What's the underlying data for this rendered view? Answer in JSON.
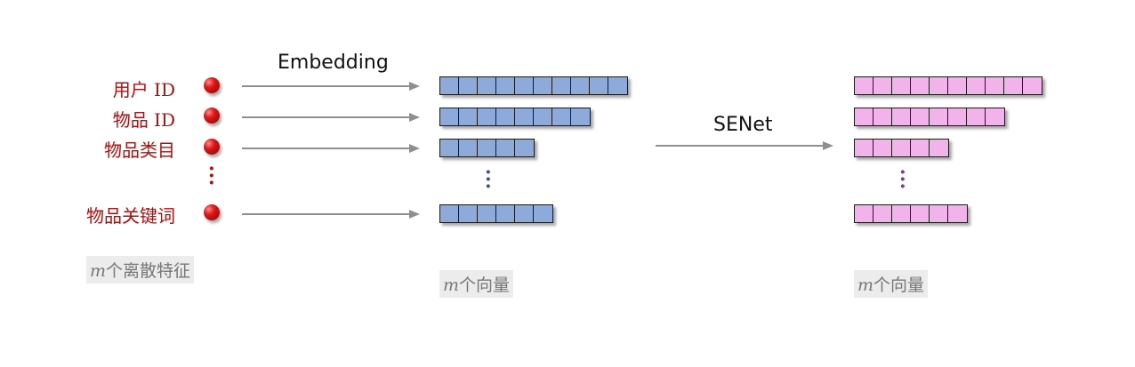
{
  "features": [
    {
      "label": "用户 ID"
    },
    {
      "label": "物品 ID"
    },
    {
      "label": "物品类目"
    },
    {
      "label": "物品关键词"
    }
  ],
  "arrows": {
    "embedding_label": "Embedding",
    "senet_label": "SENet"
  },
  "vectors": {
    "input_cell_counts": [
      10,
      8,
      5,
      6
    ],
    "output_cell_counts": [
      10,
      8,
      5,
      6
    ],
    "input_color": "#8eaadb",
    "output_color": "#f2b3ea"
  },
  "captions": {
    "features_m": "m",
    "features_rest": "个离散特征",
    "embed_m": "m",
    "embed_rest": "个向量",
    "senet_m": "m",
    "senet_rest": "个向量"
  },
  "colors": {
    "label_red": "#b01010",
    "dots_blue": "#3a4fa0",
    "dots_purple": "#7b3a9a"
  }
}
